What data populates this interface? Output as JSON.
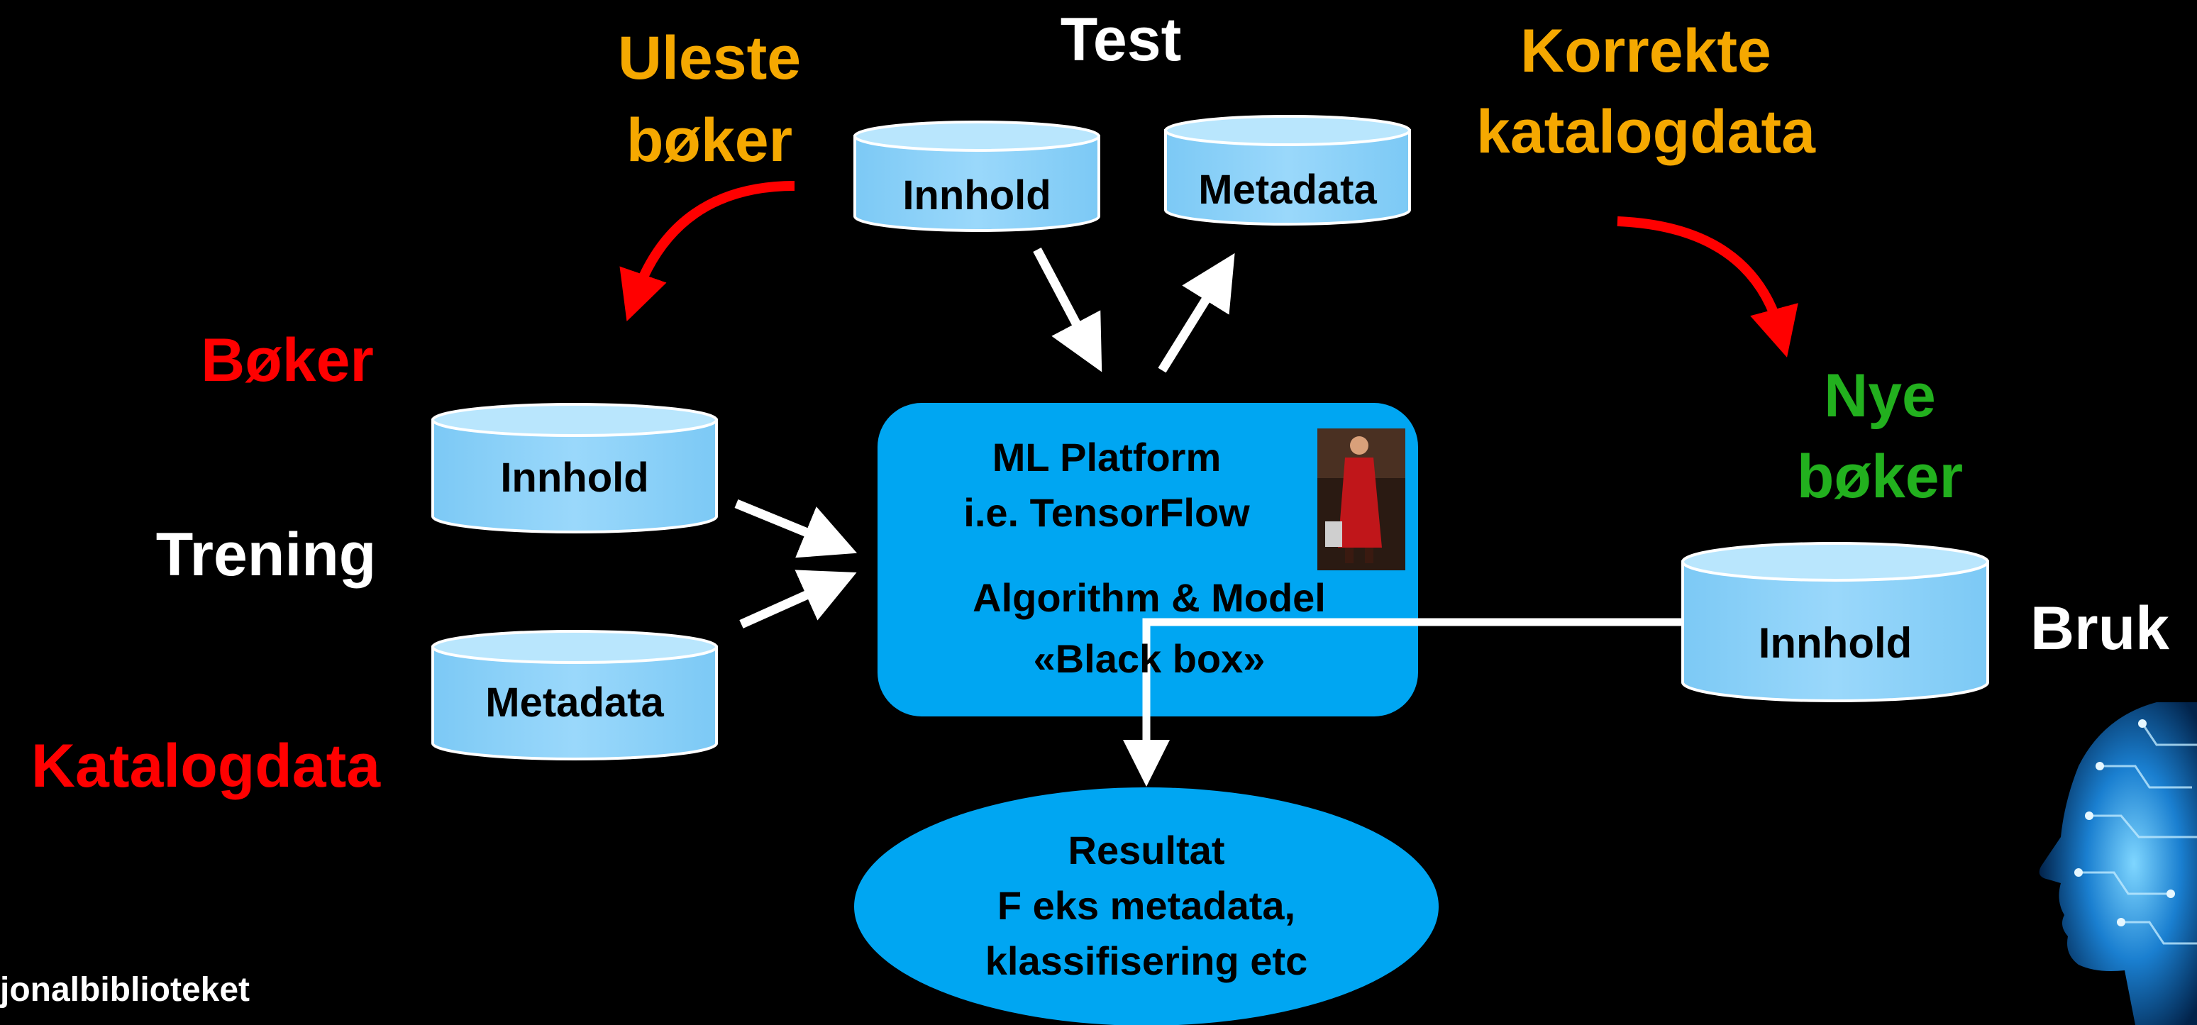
{
  "labels": {
    "test": "Test",
    "uleste_line1": "Uleste",
    "uleste_line2": "bøker",
    "korrekte_line1": "Korrekte",
    "korrekte_line2": "katalogdata",
    "boker": "Bøker",
    "trening": "Trening",
    "katalogdata": "Katalogdata",
    "nye_line1": "Nye",
    "nye_line2": "bøker",
    "bruk": "Bruk"
  },
  "cylinders": {
    "test_innhold": "Innhold",
    "test_metadata": "Metadata",
    "train_innhold": "Innhold",
    "train_metadata": "Metadata",
    "use_innhold": "Innhold"
  },
  "ml_box": {
    "line1": "ML Platform",
    "line2": "i.e. TensorFlow",
    "line3": "Algorithm & Model",
    "line4": "«Black box»"
  },
  "result": {
    "line1": "Resultat",
    "line2": "F eks metadata,",
    "line3": "klassifisering etc"
  },
  "logo": {
    "text": "jonalbiblioteket"
  },
  "colors": {
    "background": "#000000",
    "accent_orange": "#F5A800",
    "accent_red": "#FF0000",
    "accent_green": "#22B01E",
    "box_blue": "#00A6F2",
    "cylinder_light": "#8FD3FB"
  }
}
